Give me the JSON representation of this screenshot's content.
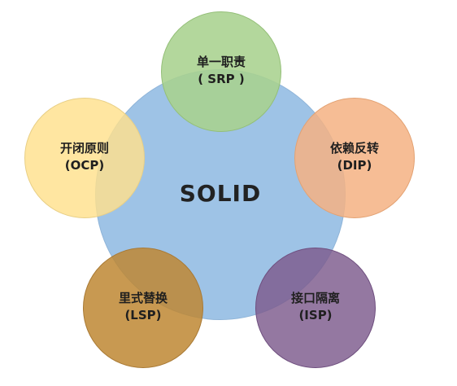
{
  "center": {
    "text": "SOLID",
    "color": "#9ec3e6"
  },
  "principles": [
    {
      "id": "srp",
      "name": "单一职责",
      "abbr": "( SRP )",
      "color": "#a9d18e"
    },
    {
      "id": "dip",
      "name": "依赖反转",
      "abbr": "(DIP)",
      "color": "#f4b183"
    },
    {
      "id": "isp",
      "name": "接口隔离",
      "abbr": "(ISP)",
      "color": "#8e6c9a"
    },
    {
      "id": "lsp",
      "name": "里式替换",
      "abbr": "(LSP)",
      "color": "#c5913f"
    },
    {
      "id": "ocp",
      "name": "开闭原则",
      "abbr": "(OCP)",
      "color": "#ffe699"
    }
  ]
}
